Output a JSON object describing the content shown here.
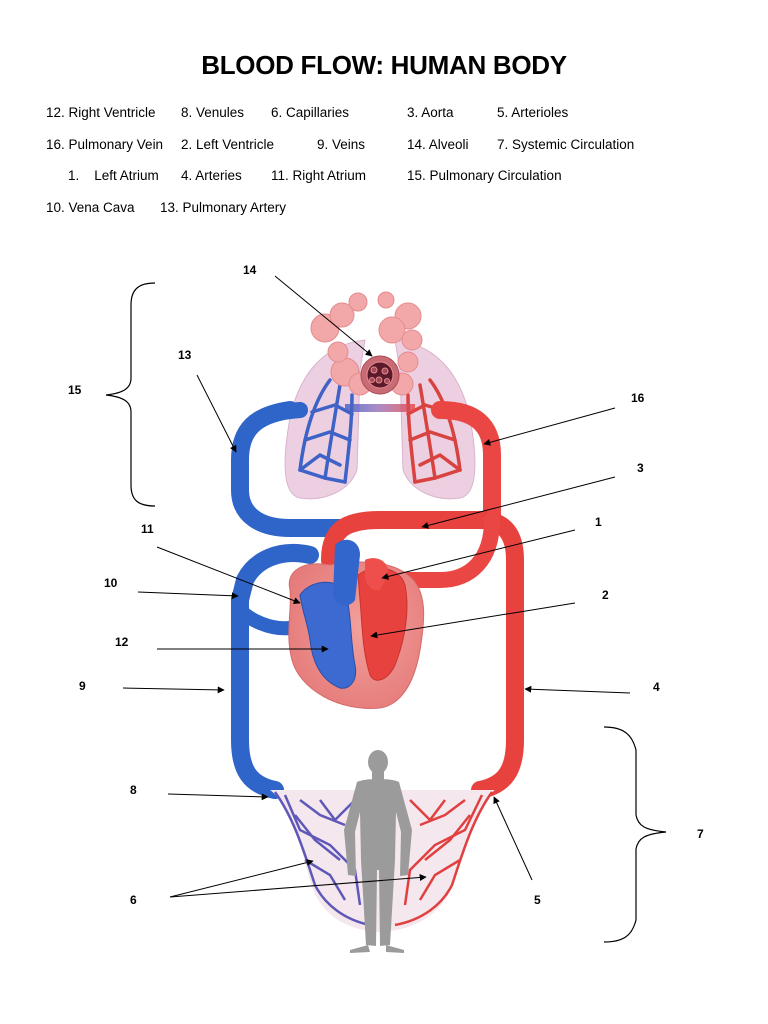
{
  "title": "BLOOD FLOW: HUMAN BODY",
  "word_bank": {
    "row1": [
      "12. Right Ventricle",
      "8. Venules",
      "6. Capillaries",
      "3. Aorta",
      "5. Arterioles"
    ],
    "row2": [
      "16. Pulmonary Vein",
      "2. Left Ventricle",
      "9. Veins",
      "14. Alveoli",
      "7. Systemic Circulation"
    ],
    "row3": [
      "1.    Left Atrium",
      "4. Arteries",
      "11. Right Atrium",
      "15. Pulmonary Circulation"
    ],
    "row4": [
      "10. Vena Cava",
      "13. Pulmonary Artery"
    ]
  },
  "labels": {
    "n1": "1",
    "n2": "2",
    "n3": "3",
    "n4": "4",
    "n5": "5",
    "n6": "6",
    "n7": "7",
    "n8": "8",
    "n9": "9",
    "n10": "10",
    "n11": "11",
    "n12": "12",
    "n13": "13",
    "n14": "14",
    "n15": "15",
    "n16": "16"
  },
  "colors": {
    "oxygenated": "#e8423f",
    "deoxygenated": "#2f64c8",
    "lung": "#e9c9dc",
    "alveoli": "#f2a3a6",
    "heart": "#ee8a88",
    "figure": "#9b9b9b"
  }
}
